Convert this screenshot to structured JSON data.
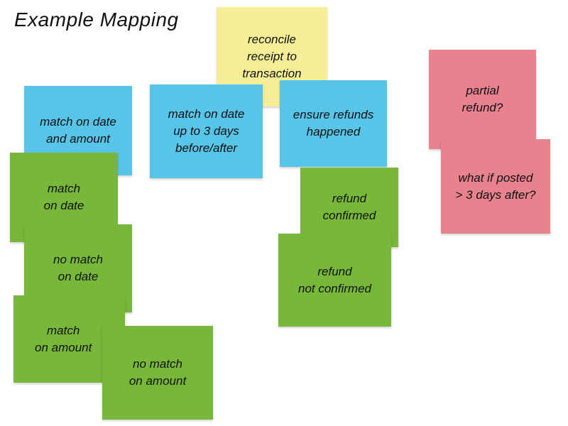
{
  "board": {
    "title": "Example Mapping"
  },
  "palette": {
    "yellow": "#f5ee97",
    "blue": "#57c4e8",
    "green": "#77b73a",
    "pink": "#e8828f",
    "text": "#111111",
    "background": "#ffffff"
  },
  "notes": {
    "reconcile": {
      "color": "yellow",
      "text": "reconcile\nreceipt to\ntransaction"
    },
    "match_date_amount": {
      "color": "blue",
      "text": "match on date\nand amount"
    },
    "match_3_days": {
      "color": "blue",
      "text": "match on date\nup to 3 days\nbefore/after"
    },
    "ensure_refunds": {
      "color": "blue",
      "text": "ensure refunds\nhappened"
    },
    "partial_refund": {
      "color": "pink",
      "text": "partial\nrefund?"
    },
    "posted_after": {
      "color": "pink",
      "text": "what if posted\n> 3 days after?"
    },
    "match_date": {
      "color": "green",
      "text": "match\non date"
    },
    "no_match_date": {
      "color": "green",
      "text": "no match\non date"
    },
    "match_amount": {
      "color": "green",
      "text": "match\non amount"
    },
    "no_match_amount": {
      "color": "green",
      "text": "no match\non amount"
    },
    "refund_confirmed": {
      "color": "green",
      "text": "refund\nconfirmed"
    },
    "refund_not_confirmed": {
      "color": "green",
      "text": "refund\nnot confirmed"
    }
  }
}
